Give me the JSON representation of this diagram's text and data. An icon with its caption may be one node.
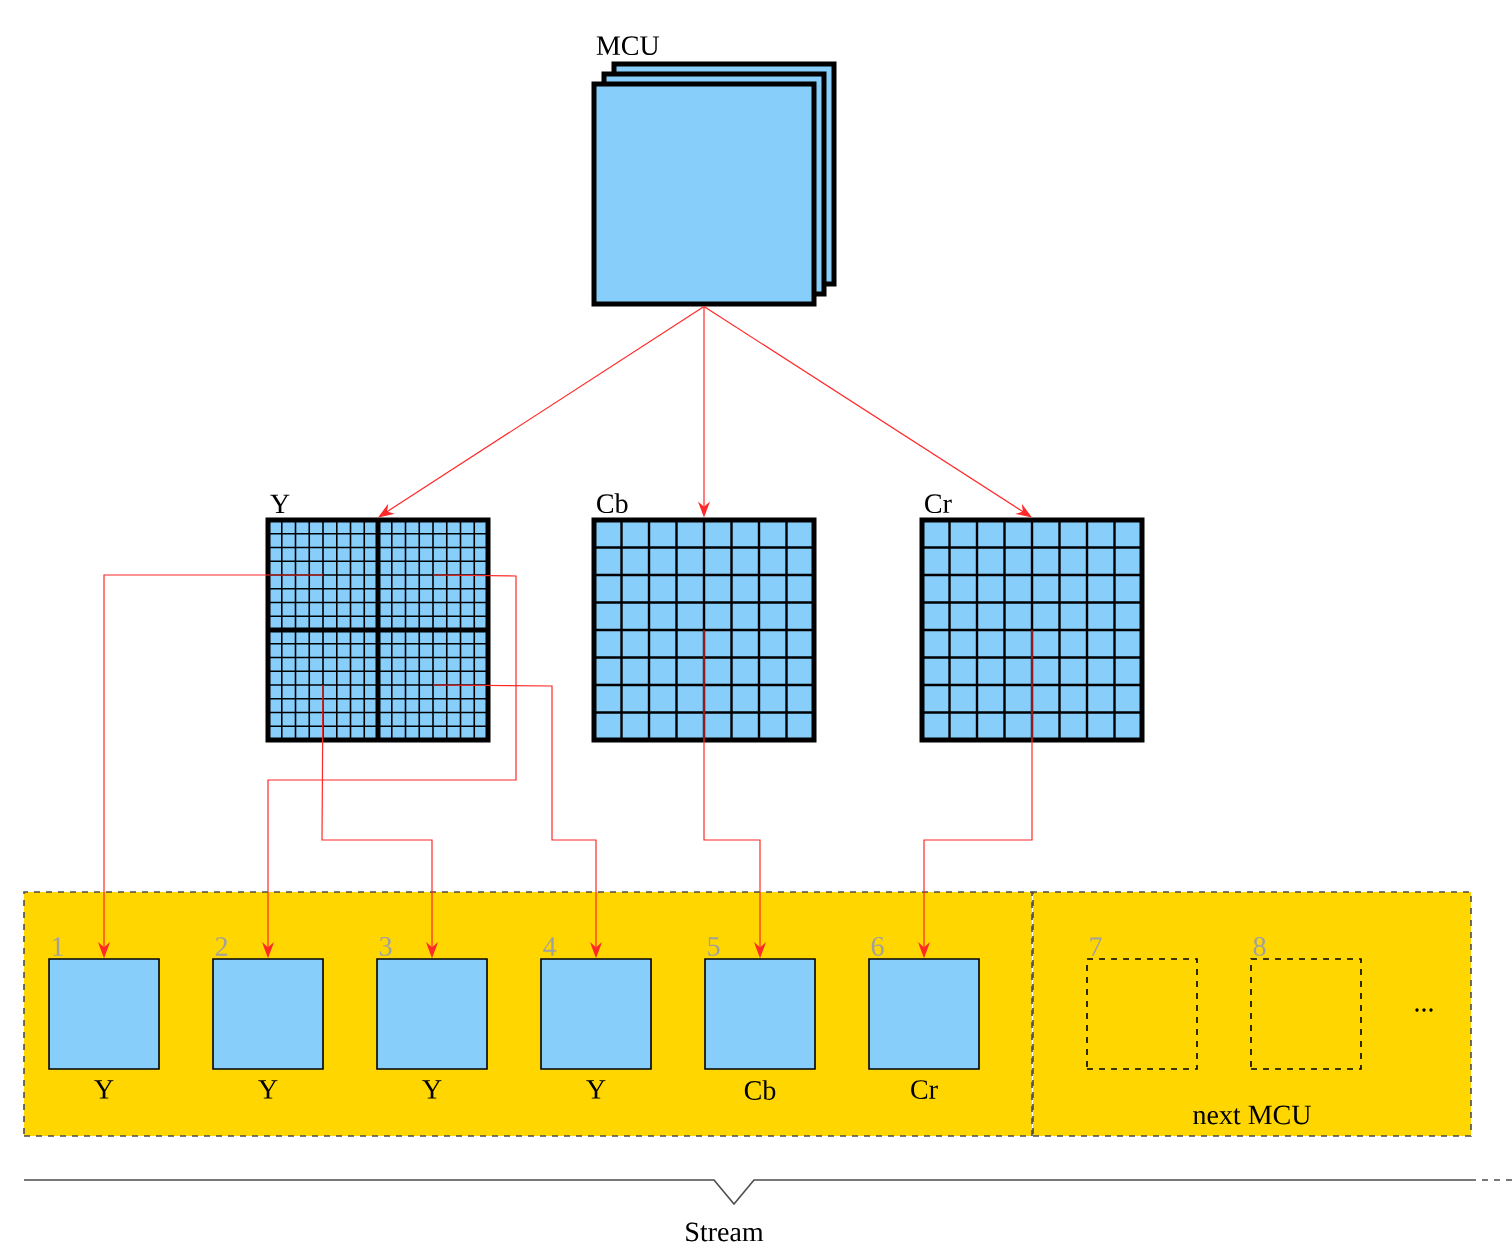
{
  "diagram": {
    "nodes": [
      {
        "text": [
          "MCU"
        ]
      },
      {
        "text": [
          "Y"
        ]
      },
      {
        "text": [
          "Cb"
        ]
      },
      {
        "text": [
          "Cr"
        ]
      },
      {
        "text": [],
        "shape": "box"
      },
      {
        "text": [
          "next MCU"
        ]
      },
      {
        "text": [
          "1",
          "Y"
        ],
        "in": 4
      },
      {
        "text": [
          "2",
          "Y"
        ],
        "in": 4
      },
      {
        "text": [
          "3",
          "Y"
        ],
        "in": 4
      },
      {
        "text": [
          "4",
          "Y"
        ],
        "in": 4
      },
      {
        "text": [
          "5",
          "Cb"
        ],
        "in": 4
      },
      {
        "text": [
          "6",
          "Cr"
        ],
        "in": 4
      },
      {
        "text": [
          "7"
        ],
        "in": 5
      },
      {
        "text": [
          "8"
        ],
        "in": 5
      }
    ],
    "edges": [
      {
        "from": 0,
        "to": 1,
        "arrow": "to"
      },
      {
        "from": 0,
        "to": 2,
        "arrow": "to"
      },
      {
        "from": 0,
        "to": 3,
        "arrow": "to"
      },
      {
        "from": 1,
        "to": 6,
        "arrow": "to"
      },
      {
        "from": 1,
        "to": 7,
        "arrow": "to"
      },
      {
        "from": 1,
        "to": 8,
        "arrow": "to"
      },
      {
        "from": 1,
        "to": 9,
        "arrow": "to"
      },
      {
        "from": 2,
        "to": 10,
        "arrow": "to"
      },
      {
        "from": 3,
        "to": 11,
        "arrow": "to"
      }
    ],
    "labels": [
      "...",
      "Stream"
    ]
  }
}
